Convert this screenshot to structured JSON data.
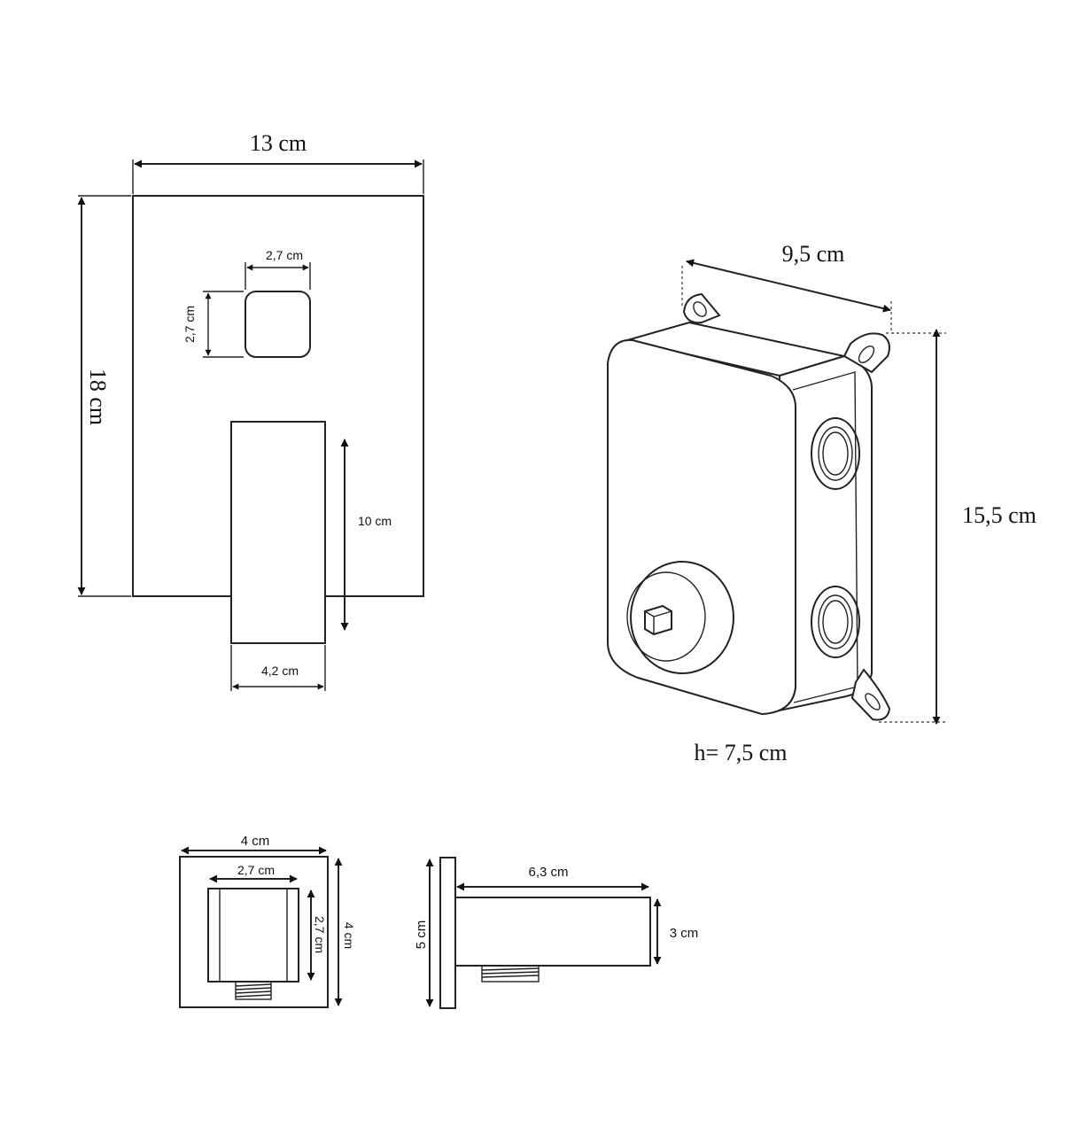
{
  "cover_plate": {
    "width_label": "13 cm",
    "height_label": "18 cm",
    "knob_width_label": "2,7 cm",
    "knob_height_label": "2,7 cm",
    "lever_height_label": "10 cm",
    "lever_width_label": "4,2 cm"
  },
  "body_box": {
    "width_label": "9,5 cm",
    "height_label": "15,5 cm",
    "depth_label": "h= 7,5 cm"
  },
  "outlet_front": {
    "plate_width_label": "4 cm",
    "block_width_label": "2,7 cm",
    "block_height_label": "2,7 cm",
    "plate_height_label": "4 cm"
  },
  "outlet_side": {
    "plate_height_label": "5 cm",
    "length_label": "6,3 cm",
    "block_height_label": "3 cm"
  }
}
